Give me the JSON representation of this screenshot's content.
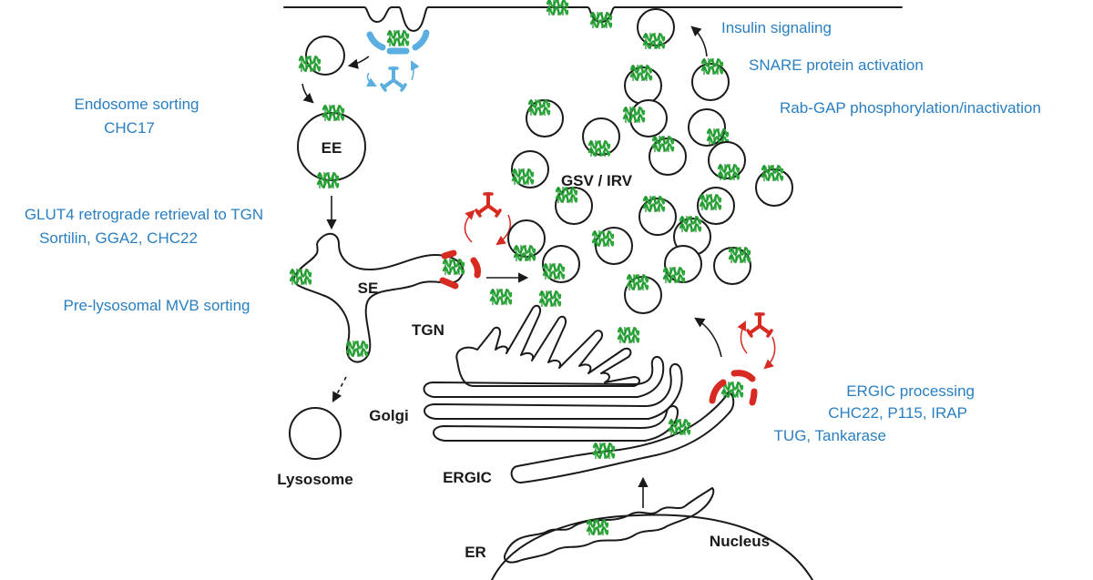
{
  "labels": {
    "insulin": "Insulin signaling",
    "snare": "SNARE protein activation",
    "rabgap": "Rab-GAP phosphorylation/inactivation",
    "endosome_sorting": "Endosome sorting",
    "chc17": "CHC17",
    "ee": "EE",
    "glut4_retrieval": "GLUT4 retrograde retrieval to TGN",
    "sortilin": "Sortilin, GGA2, CHC22",
    "mvb_sorting": "Pre-lysosomal MVB sorting",
    "se": "SE",
    "gsv_irv": "GSV / IRV",
    "tgn": "TGN",
    "golgi": "Golgi",
    "lysosome": "Lysosome",
    "ergic": "ERGIC",
    "ergic_processing": "ERGIC processing",
    "chc22_p115": "CHC22, P115, IRAP",
    "tug": "TUG, Tankarase",
    "er": "ER",
    "nucleus": "Nucleus"
  },
  "colors": {
    "label_blue": "#2a7fc1",
    "membrane": "#1a1a1a",
    "glut4_green": "#2aa838",
    "clathrin_red": "#d72a20",
    "clathrin_blue": "#5aaee0"
  },
  "icons": {
    "protein": "glut4-protein-icon",
    "clathrin": "clathrin-coat-icon",
    "triskelion": "clathrin-triskelion-icon"
  }
}
